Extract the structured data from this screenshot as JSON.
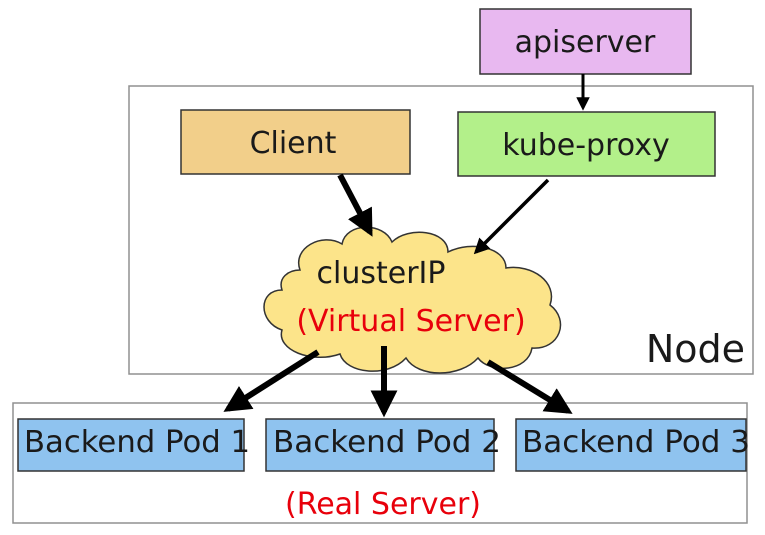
{
  "nodes": {
    "apiserver": {
      "label": "apiserver",
      "color": "#e8b8f0"
    },
    "client": {
      "label": "Client",
      "color": "#f2cf8a"
    },
    "kube_proxy": {
      "label": "kube-proxy",
      "color": "#b3f08a"
    },
    "cluster_ip": {
      "label": "clusterIP",
      "sublabel": "(Virtual Server)",
      "color": "#fce48a"
    },
    "pods": [
      {
        "label": "Backend Pod 1",
        "color": "#8fc3ef"
      },
      {
        "label": "Backend Pod 2",
        "color": "#8fc3ef"
      },
      {
        "label": "Backend Pod 3",
        "color": "#8fc3ef"
      }
    ]
  },
  "containers": {
    "node": {
      "label": "Node"
    },
    "real_server": {
      "label": "(Real Server)"
    }
  },
  "colors": {
    "accent_red": "#e8000b",
    "edge": "#000000",
    "border": "#909090"
  }
}
